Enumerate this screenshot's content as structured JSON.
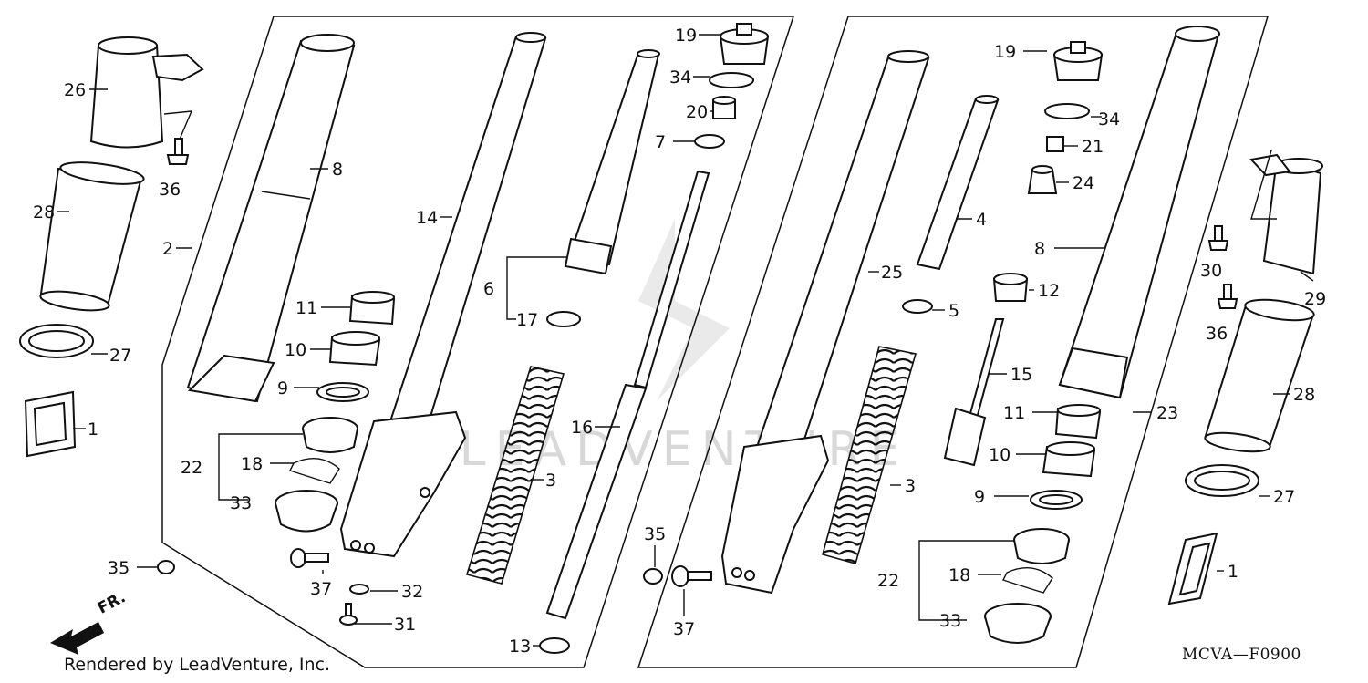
{
  "diagram": {
    "code": "MCVA—F0900",
    "credit": "Rendered by LeadVenture, Inc.",
    "direction_label": "FR.",
    "watermark": "LEADVENTURE",
    "callouts": [
      {
        "id": "c26a",
        "text": "26"
      },
      {
        "id": "c28a",
        "text": "28"
      },
      {
        "id": "c27a",
        "text": "27"
      },
      {
        "id": "c1a",
        "text": "1"
      },
      {
        "id": "c36a",
        "text": "36"
      },
      {
        "id": "c8a",
        "text": "8"
      },
      {
        "id": "c2",
        "text": "2"
      },
      {
        "id": "c11a",
        "text": "11"
      },
      {
        "id": "c10a",
        "text": "10"
      },
      {
        "id": "c9a",
        "text": "9"
      },
      {
        "id": "c22a",
        "text": "22"
      },
      {
        "id": "c18a",
        "text": "18"
      },
      {
        "id": "c33a",
        "text": "33"
      },
      {
        "id": "c35a",
        "text": "35"
      },
      {
        "id": "c37a",
        "text": "37"
      },
      {
        "id": "c32",
        "text": "32"
      },
      {
        "id": "c31",
        "text": "31"
      },
      {
        "id": "c14",
        "text": "14"
      },
      {
        "id": "c6",
        "text": "6"
      },
      {
        "id": "c17",
        "text": "17"
      },
      {
        "id": "c3a",
        "text": "3"
      },
      {
        "id": "c16",
        "text": "16"
      },
      {
        "id": "c13",
        "text": "13"
      },
      {
        "id": "c19a",
        "text": "19"
      },
      {
        "id": "c34a",
        "text": "34"
      },
      {
        "id": "c20",
        "text": "20"
      },
      {
        "id": "c7",
        "text": "7"
      },
      {
        "id": "c35b",
        "text": "35"
      },
      {
        "id": "c37b",
        "text": "37"
      },
      {
        "id": "c25",
        "text": "25"
      },
      {
        "id": "c3b",
        "text": "3"
      },
      {
        "id": "c4",
        "text": "4"
      },
      {
        "id": "c5",
        "text": "5"
      },
      {
        "id": "c19b",
        "text": "19"
      },
      {
        "id": "c34b",
        "text": "34"
      },
      {
        "id": "c21",
        "text": "21"
      },
      {
        "id": "c24",
        "text": "24"
      },
      {
        "id": "c12",
        "text": "12"
      },
      {
        "id": "c15",
        "text": "15"
      },
      {
        "id": "c11b",
        "text": "11"
      },
      {
        "id": "c10b",
        "text": "10"
      },
      {
        "id": "c9b",
        "text": "9"
      },
      {
        "id": "c22b",
        "text": "22"
      },
      {
        "id": "c18b",
        "text": "18"
      },
      {
        "id": "c33b",
        "text": "33"
      },
      {
        "id": "c8b",
        "text": "8"
      },
      {
        "id": "c23",
        "text": "23"
      },
      {
        "id": "c30",
        "text": "30"
      },
      {
        "id": "c29",
        "text": "29"
      },
      {
        "id": "c36b",
        "text": "36"
      },
      {
        "id": "c28b",
        "text": "28"
      },
      {
        "id": "c27b",
        "text": "27"
      },
      {
        "id": "c1b",
        "text": "1"
      }
    ]
  }
}
